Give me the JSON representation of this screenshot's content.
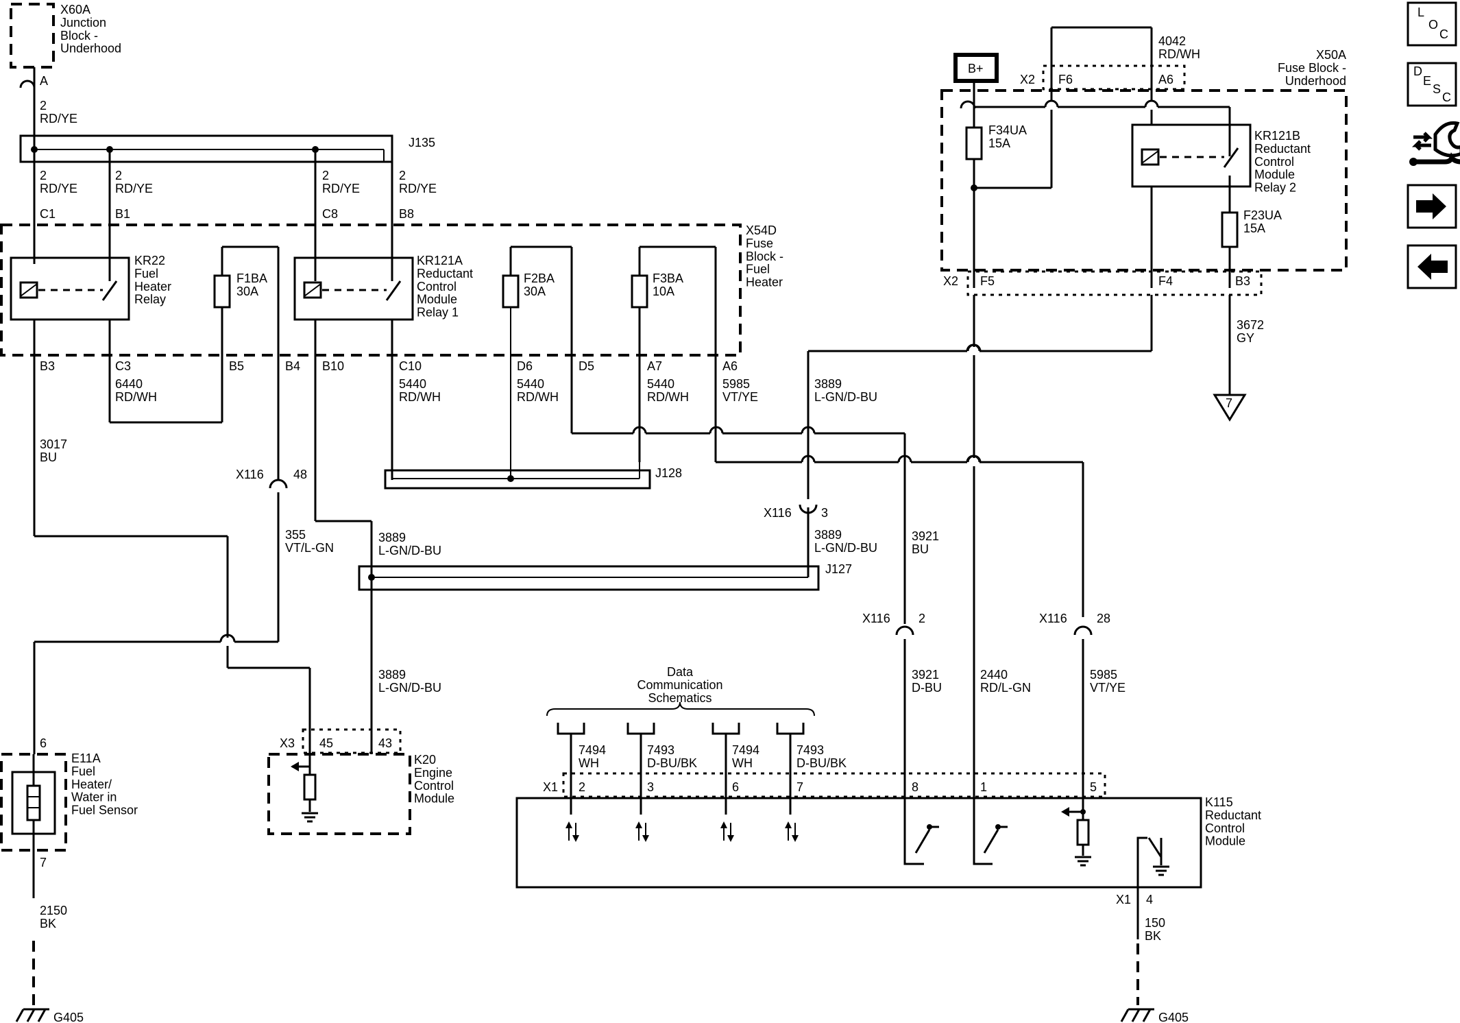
{
  "components": {
    "x60a": "X60A\nJunction\nBlock -\nUnderhood",
    "x54d": "X54D\nFuse\nBlock -\nFuel\nHeater",
    "x50a": "X50A\nFuse Block -\nUnderhood",
    "kr22": "KR22\nFuel\nHeater\nRelay",
    "kr121a": "KR121A\nReductant\nControl\nModule\nRelay 1",
    "kr121b": "KR121B\nReductant\nControl\nModule\nRelay 2",
    "f1ba": "F1BA\n30A",
    "f2ba": "F2BA\n30A",
    "f3ba": "F3BA\n10A",
    "f34ua": "F34UA\n15A",
    "f23ua": "F23UA\n15A",
    "e11a": "E11A\nFuel\nHeater/\nWater in\nFuel Sensor",
    "k20": "K20\nEngine\nControl\nModule",
    "k115": "K115\nReductant\nControl\nModule",
    "data_comm": "Data\nCommunication\nSchematics",
    "b_plus": "B+",
    "j135": "J135",
    "j128": "J128",
    "j127": "J127",
    "x116": "X116",
    "x1": "X1",
    "x2": "X2",
    "x3": "X3",
    "ground": "G405",
    "offpage_ref": "7"
  },
  "wires": {
    "w_2_rdye": "2\nRD/YE",
    "w_6440": "6440\nRD/WH",
    "w_5440": "5440\nRD/WH",
    "w_5985_vtye": "5985\nVT/YE",
    "w_3889": "3889\nL-GN/D-BU",
    "w_3017": "3017\nBU",
    "w_355": "355\nVT/L-GN",
    "w_3921_bu": "3921\nBU",
    "w_3921_dbu": "3921\nD-BU",
    "w_2440": "2440\nRD/L-GN",
    "w_2150": "2150\nBK",
    "w_150": "150\nBK",
    "w_4042": "4042\nRD/WH",
    "w_3672": "3672\nGY",
    "w_7494": "7494\nWH",
    "w_7493": "7493\nD-BU/BK"
  },
  "pins": {
    "A": "A",
    "C1": "C1",
    "B1": "B1",
    "C8": "C8",
    "B8": "B8",
    "B3": "B3",
    "C3": "C3",
    "B5": "B5",
    "B4": "B4",
    "B10": "B10",
    "C10": "C10",
    "D6": "D6",
    "D5": "D5",
    "A7": "A7",
    "A6": "A6",
    "F6": "F6",
    "F5": "F5",
    "F4": "F4",
    "B3b": "B3",
    "p48": "48",
    "p3": "3",
    "p2": "2",
    "p28": "28",
    "p6": "6",
    "p7": "7",
    "p45": "45",
    "p43": "43",
    "p2k": "2",
    "p3k": "3",
    "p6k": "6",
    "p7k": "7",
    "p8": "8",
    "p1": "1",
    "p5": "5",
    "p4": "4"
  },
  "nav": {
    "loc": [
      "L",
      "O",
      "C"
    ],
    "desc": [
      "D",
      "E",
      "S",
      "C"
    ],
    "tools_icon": "connector-tool-icon",
    "next_icon": "arrow-right-icon",
    "prev_icon": "arrow-left-icon"
  }
}
